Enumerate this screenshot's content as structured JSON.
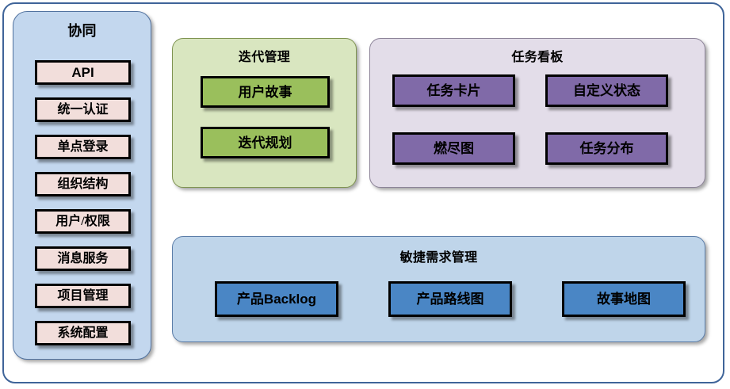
{
  "diagram": {
    "title_font_note": "",
    "colors": {
      "outer_frame_border": "#3f6499",
      "sidebar_bg": "#c3d7ee",
      "sidebar_item_bg": "#f2dedb",
      "iteration_panel_bg": "#d9e6c0",
      "iteration_box_bg": "#9abf5c",
      "taskboard_panel_bg": "#e3dde9",
      "taskboard_box_bg": "#806aa8",
      "agile_panel_bg": "#bfd5ea",
      "agile_box_bg": "#4a86c5",
      "box_border": "#000000"
    }
  },
  "sidebar": {
    "title": "协同",
    "items": [
      {
        "label": "API"
      },
      {
        "label": "统一认证"
      },
      {
        "label": "单点登录"
      },
      {
        "label": "组织结构"
      },
      {
        "label": "用户/权限"
      },
      {
        "label": "消息服务"
      },
      {
        "label": "项目管理"
      },
      {
        "label": "系统配置"
      }
    ]
  },
  "iteration": {
    "title": "迭代管理",
    "items": [
      {
        "label": "用户故事"
      },
      {
        "label": "迭代规划"
      }
    ]
  },
  "taskboard": {
    "title": "任务看板",
    "items": [
      {
        "label": "任务卡片"
      },
      {
        "label": "自定义状态"
      },
      {
        "label": "燃尽图"
      },
      {
        "label": "任务分布"
      }
    ]
  },
  "agile": {
    "title": "敏捷需求管理",
    "items": [
      {
        "label": "产品Backlog"
      },
      {
        "label": "产品路线图"
      },
      {
        "label": "故事地图"
      }
    ]
  }
}
